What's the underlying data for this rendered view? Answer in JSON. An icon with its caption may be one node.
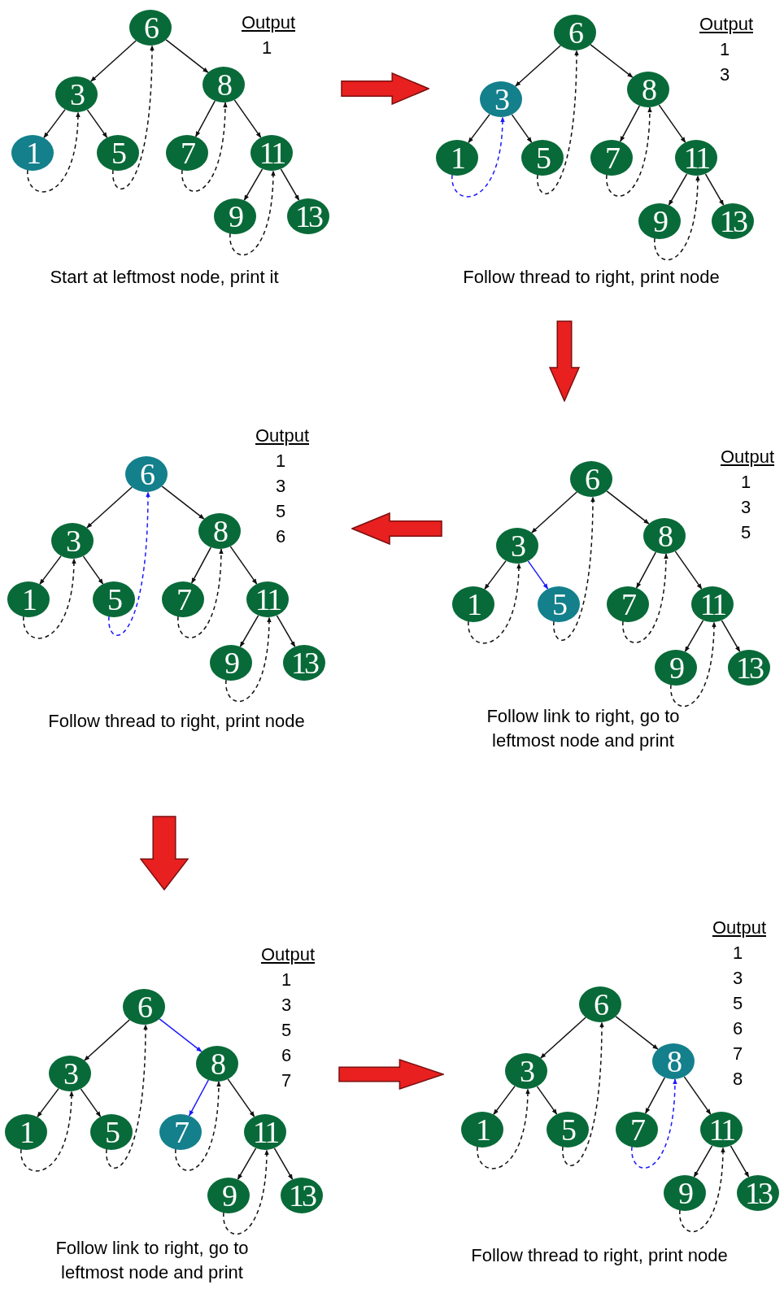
{
  "diagram": {
    "nodes": [
      {
        "text": [
          "6"
        ]
      },
      {
        "text": [
          "3"
        ]
      },
      {
        "text": [
          "8"
        ]
      },
      {
        "text": [
          "1"
        ]
      },
      {
        "text": [
          "5"
        ]
      },
      {
        "text": [
          "7"
        ]
      },
      {
        "text": [
          "11"
        ]
      },
      {
        "text": [
          "9"
        ]
      },
      {
        "text": [
          "13"
        ]
      },
      {
        "text": [
          "6"
        ]
      },
      {
        "text": [
          "3"
        ]
      },
      {
        "text": [
          "8"
        ]
      },
      {
        "text": [
          "1"
        ]
      },
      {
        "text": [
          "5"
        ]
      },
      {
        "text": [
          "7"
        ]
      },
      {
        "text": [
          "11"
        ]
      },
      {
        "text": [
          "9"
        ]
      },
      {
        "text": [
          "13"
        ]
      },
      {
        "text": [
          "6"
        ]
      },
      {
        "text": [
          "3"
        ]
      },
      {
        "text": [
          "8"
        ]
      },
      {
        "text": [
          "1"
        ]
      },
      {
        "text": [
          "5"
        ]
      },
      {
        "text": [
          "7"
        ]
      },
      {
        "text": [
          "11"
        ]
      },
      {
        "text": [
          "9"
        ]
      },
      {
        "text": [
          "13"
        ]
      },
      {
        "text": [
          "6"
        ]
      },
      {
        "text": [
          "3"
        ]
      },
      {
        "text": [
          "8"
        ]
      },
      {
        "text": [
          "1"
        ]
      },
      {
        "text": [
          "5"
        ]
      },
      {
        "text": [
          "7"
        ]
      },
      {
        "text": [
          "11"
        ]
      },
      {
        "text": [
          "9"
        ]
      },
      {
        "text": [
          "13"
        ]
      },
      {
        "text": [
          "6"
        ]
      },
      {
        "text": [
          "3"
        ]
      },
      {
        "text": [
          "8"
        ]
      },
      {
        "text": [
          "1"
        ]
      },
      {
        "text": [
          "5"
        ]
      },
      {
        "text": [
          "7"
        ]
      },
      {
        "text": [
          "11"
        ]
      },
      {
        "text": [
          "9"
        ]
      },
      {
        "text": [
          "13"
        ]
      },
      {
        "text": [
          "6"
        ]
      },
      {
        "text": [
          "3"
        ]
      },
      {
        "text": [
          "8"
        ]
      },
      {
        "text": [
          "1"
        ]
      },
      {
        "text": [
          "5"
        ]
      },
      {
        "text": [
          "7"
        ]
      },
      {
        "text": [
          "11"
        ]
      },
      {
        "text": [
          "9"
        ]
      },
      {
        "text": [
          "13"
        ]
      }
    ],
    "edges": [
      {
        "from": 0,
        "to": 1,
        "arrow": "to"
      },
      {
        "from": 0,
        "to": 2,
        "arrow": "to"
      },
      {
        "from": 1,
        "to": 3,
        "arrow": "to"
      },
      {
        "from": 1,
        "to": 4,
        "arrow": "to"
      },
      {
        "from": 2,
        "to": 5,
        "arrow": "to"
      },
      {
        "from": 2,
        "to": 6,
        "arrow": "to"
      },
      {
        "from": 6,
        "to": 7,
        "arrow": "to"
      },
      {
        "from": 6,
        "to": 8,
        "arrow": "to"
      },
      {
        "from": 3,
        "to": 1,
        "arrow": "to",
        "style": "dashed"
      },
      {
        "from": 4,
        "to": 0,
        "arrow": "to",
        "style": "dashed"
      },
      {
        "from": 5,
        "to": 2,
        "arrow": "to",
        "style": "dashed"
      },
      {
        "from": 7,
        "to": 6,
        "arrow": "to",
        "style": "dashed"
      },
      {
        "from": 9,
        "to": 10,
        "arrow": "to"
      },
      {
        "from": 9,
        "to": 11,
        "arrow": "to"
      },
      {
        "from": 10,
        "to": 12,
        "arrow": "to"
      },
      {
        "from": 10,
        "to": 13,
        "arrow": "to"
      },
      {
        "from": 11,
        "to": 14,
        "arrow": "to"
      },
      {
        "from": 11,
        "to": 15,
        "arrow": "to"
      },
      {
        "from": 15,
        "to": 16,
        "arrow": "to"
      },
      {
        "from": 15,
        "to": 17,
        "arrow": "to"
      },
      {
        "from": 12,
        "to": 10,
        "arrow": "to",
        "style": "dashed",
        "color": "#1a1aff"
      },
      {
        "from": 13,
        "to": 9,
        "arrow": "to",
        "style": "dashed"
      },
      {
        "from": 14,
        "to": 11,
        "arrow": "to",
        "style": "dashed"
      },
      {
        "from": 16,
        "to": 15,
        "arrow": "to",
        "style": "dashed"
      },
      {
        "from": 18,
        "to": 19,
        "arrow": "to"
      },
      {
        "from": 18,
        "to": 20,
        "arrow": "to"
      },
      {
        "from": 19,
        "to": 21,
        "arrow": "to"
      },
      {
        "from": 19,
        "to": 22,
        "arrow": "to"
      },
      {
        "from": 20,
        "to": 23,
        "arrow": "to"
      },
      {
        "from": 20,
        "to": 24,
        "arrow": "to"
      },
      {
        "from": 24,
        "to": 25,
        "arrow": "to"
      },
      {
        "from": 24,
        "to": 26,
        "arrow": "to"
      },
      {
        "from": 21,
        "to": 19,
        "arrow": "to",
        "style": "dashed"
      },
      {
        "from": 22,
        "to": 18,
        "arrow": "to",
        "style": "dashed",
        "color": "#1a1aff"
      },
      {
        "from": 23,
        "to": 20,
        "arrow": "to",
        "style": "dashed"
      },
      {
        "from": 25,
        "to": 24,
        "arrow": "to",
        "style": "dashed"
      },
      {
        "from": 27,
        "to": 28,
        "arrow": "to"
      },
      {
        "from": 27,
        "to": 29,
        "arrow": "to"
      },
      {
        "from": 28,
        "to": 30,
        "arrow": "to"
      },
      {
        "from": 28,
        "to": 31,
        "arrow": "to",
        "color": "#1a1aff"
      },
      {
        "from": 29,
        "to": 32,
        "arrow": "to"
      },
      {
        "from": 29,
        "to": 33,
        "arrow": "to"
      },
      {
        "from": 33,
        "to": 34,
        "arrow": "to"
      },
      {
        "from": 33,
        "to": 35,
        "arrow": "to"
      },
      {
        "from": 30,
        "to": 28,
        "arrow": "to",
        "style": "dashed"
      },
      {
        "from": 31,
        "to": 27,
        "arrow": "to",
        "style": "dashed"
      },
      {
        "from": 32,
        "to": 29,
        "arrow": "to",
        "style": "dashed"
      },
      {
        "from": 34,
        "to": 33,
        "arrow": "to",
        "style": "dashed"
      },
      {
        "from": 36,
        "to": 37,
        "arrow": "to"
      },
      {
        "from": 36,
        "to": 38,
        "arrow": "to",
        "color": "#1a1aff"
      },
      {
        "from": 37,
        "to": 39,
        "arrow": "to"
      },
      {
        "from": 37,
        "to": 40,
        "arrow": "to"
      },
      {
        "from": 38,
        "to": 41,
        "arrow": "to",
        "color": "#1a1aff"
      },
      {
        "from": 38,
        "to": 42,
        "arrow": "to"
      },
      {
        "from": 42,
        "to": 43,
        "arrow": "to"
      },
      {
        "from": 42,
        "to": 44,
        "arrow": "to"
      },
      {
        "from": 39,
        "to": 37,
        "arrow": "to",
        "style": "dashed"
      },
      {
        "from": 40,
        "to": 36,
        "arrow": "to",
        "style": "dashed"
      },
      {
        "from": 41,
        "to": 38,
        "arrow": "to",
        "style": "dashed"
      },
      {
        "from": 43,
        "to": 42,
        "arrow": "to",
        "style": "dashed"
      },
      {
        "from": 45,
        "to": 46,
        "arrow": "to"
      },
      {
        "from": 45,
        "to": 47,
        "arrow": "to"
      },
      {
        "from": 46,
        "to": 48,
        "arrow": "to"
      },
      {
        "from": 46,
        "to": 49,
        "arrow": "to"
      },
      {
        "from": 47,
        "to": 50,
        "arrow": "to"
      },
      {
        "from": 47,
        "to": 51,
        "arrow": "to"
      },
      {
        "from": 51,
        "to": 52,
        "arrow": "to"
      },
      {
        "from": 51,
        "to": 53,
        "arrow": "to"
      },
      {
        "from": 48,
        "to": 46,
        "arrow": "to",
        "style": "dashed"
      },
      {
        "from": 49,
        "to": 45,
        "arrow": "to",
        "style": "dashed"
      },
      {
        "from": 50,
        "to": 47,
        "arrow": "to",
        "style": "dashed",
        "color": "#1a1aff"
      },
      {
        "from": 52,
        "to": 51,
        "arrow": "to",
        "style": "dashed"
      }
    ],
    "labels": [
      "Output",
      "1",
      "Start at leftmost node, print it",
      "Output",
      "1",
      "3",
      "Follow thread to right, print node",
      "Output",
      "1",
      "3",
      "5",
      "6",
      "Follow thread to right, print node",
      "Output",
      "1",
      "3",
      "5",
      "Follow link to right, go to leftmost node and print",
      "Output",
      "1",
      "3",
      "5",
      "6",
      "7",
      "Follow link to right, go to leftmost node and print",
      "Output",
      "1",
      "3",
      "5",
      "6",
      "7",
      "8",
      "Follow thread to right, print node"
    ]
  }
}
